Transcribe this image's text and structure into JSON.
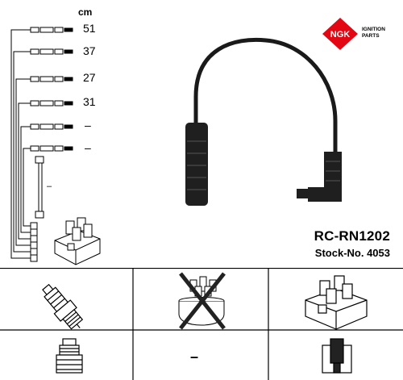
{
  "header": {
    "unit_label": "cm",
    "product_code": "RC-RN1202",
    "stock_number": "Stock-No. 4053"
  },
  "brand": {
    "logo_text": "NGK",
    "tagline_line1": "IGNITION",
    "tagline_line2": "PARTS",
    "logo_color": "#e30613"
  },
  "cable_lengths": [
    {
      "value": "51"
    },
    {
      "value": "37"
    },
    {
      "value": "27"
    },
    {
      "value": "31"
    },
    {
      "value": "–"
    },
    {
      "value": "–"
    }
  ],
  "coil_wire_label": "–",
  "compatibility": {
    "distributor_cap_dash": "–"
  }
}
